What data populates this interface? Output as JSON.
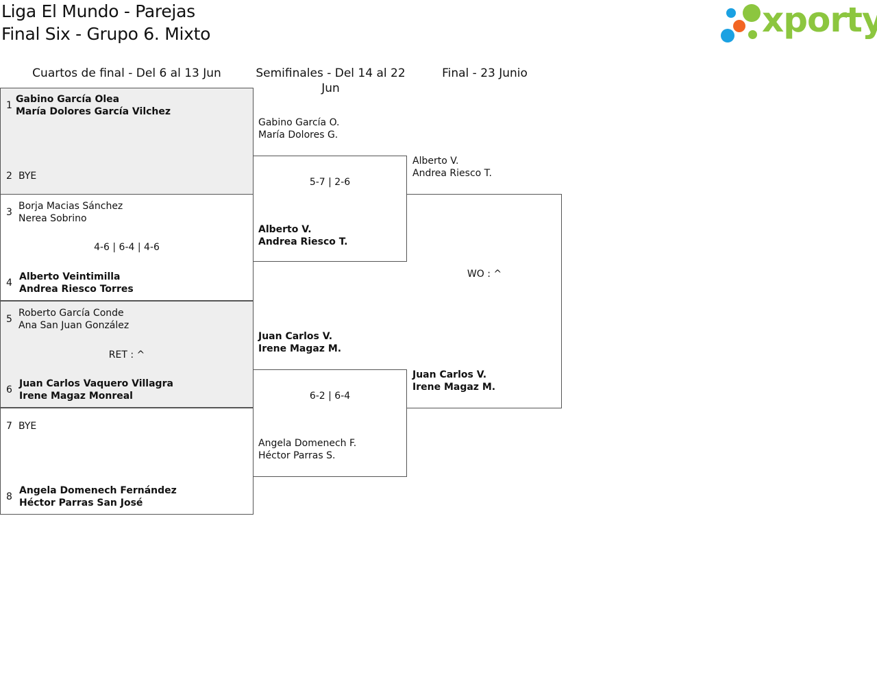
{
  "header": {
    "title_line1": "Liga El Mundo - Parejas",
    "title_line2": "Final Six - Grupo 6. Mixto",
    "logo_text": "xporty"
  },
  "colors": {
    "logo_green": "#8cc63f",
    "logo_blue": "#1ba1e2",
    "logo_orange": "#f26522",
    "shaded_bg": "#eeeeee",
    "border": "#555555"
  },
  "rounds": {
    "quarterfinals": "Cuartos de final - Del 6 al 13 Jun",
    "semifinals": "Semifinales - Del 14 al 22 Jun",
    "final": "Final - 23 Junio"
  },
  "quarterfinals": [
    {
      "top": {
        "seed": "1",
        "p1": "Gabino García Olea",
        "p2": "María Dolores García Vilchez"
      },
      "bottom": {
        "seed": "2",
        "p1": "BYE",
        "p2": ""
      },
      "score": ""
    },
    {
      "top": {
        "seed": "3",
        "p1": "Borja Macias Sánchez",
        "p2": "Nerea Sobrino"
      },
      "bottom": {
        "seed": "4",
        "p1": "Alberto Veintimilla",
        "p2": "Andrea Riesco Torres"
      },
      "score": "4-6 | 6-4 | 4-6"
    },
    {
      "top": {
        "seed": "5",
        "p1": "Roberto García Conde",
        "p2": "Ana San Juan González"
      },
      "bottom": {
        "seed": "6",
        "p1": "Juan Carlos Vaquero Villagra",
        "p2": "Irene Magaz Monreal"
      },
      "score": "RET : ^"
    },
    {
      "top": {
        "seed": "7",
        "p1": "BYE",
        "p2": ""
      },
      "bottom": {
        "seed": "8",
        "p1": "Angela Domenech Fernández",
        "p2": "Héctor Parras San José"
      },
      "score": ""
    }
  ],
  "semifinals": [
    {
      "top": {
        "p1": "Gabino García O.",
        "p2": "María Dolores G."
      },
      "bottom": {
        "p1": "Alberto V.",
        "p2": "Andrea Riesco T."
      },
      "score": "5-7 | 2-6"
    },
    {
      "top": {
        "p1": "Juan Carlos V.",
        "p2": "Irene Magaz M."
      },
      "bottom": {
        "p1": "Angela Domenech F.",
        "p2": "Héctor Parras S."
      },
      "score": "6-2 | 6-4"
    }
  ],
  "final": {
    "top": {
      "p1": "Alberto V.",
      "p2": "Andrea Riesco T."
    },
    "bottom": {
      "p1": "Juan Carlos V.",
      "p2": "Irene Magaz M."
    },
    "score": "WO : ^"
  }
}
